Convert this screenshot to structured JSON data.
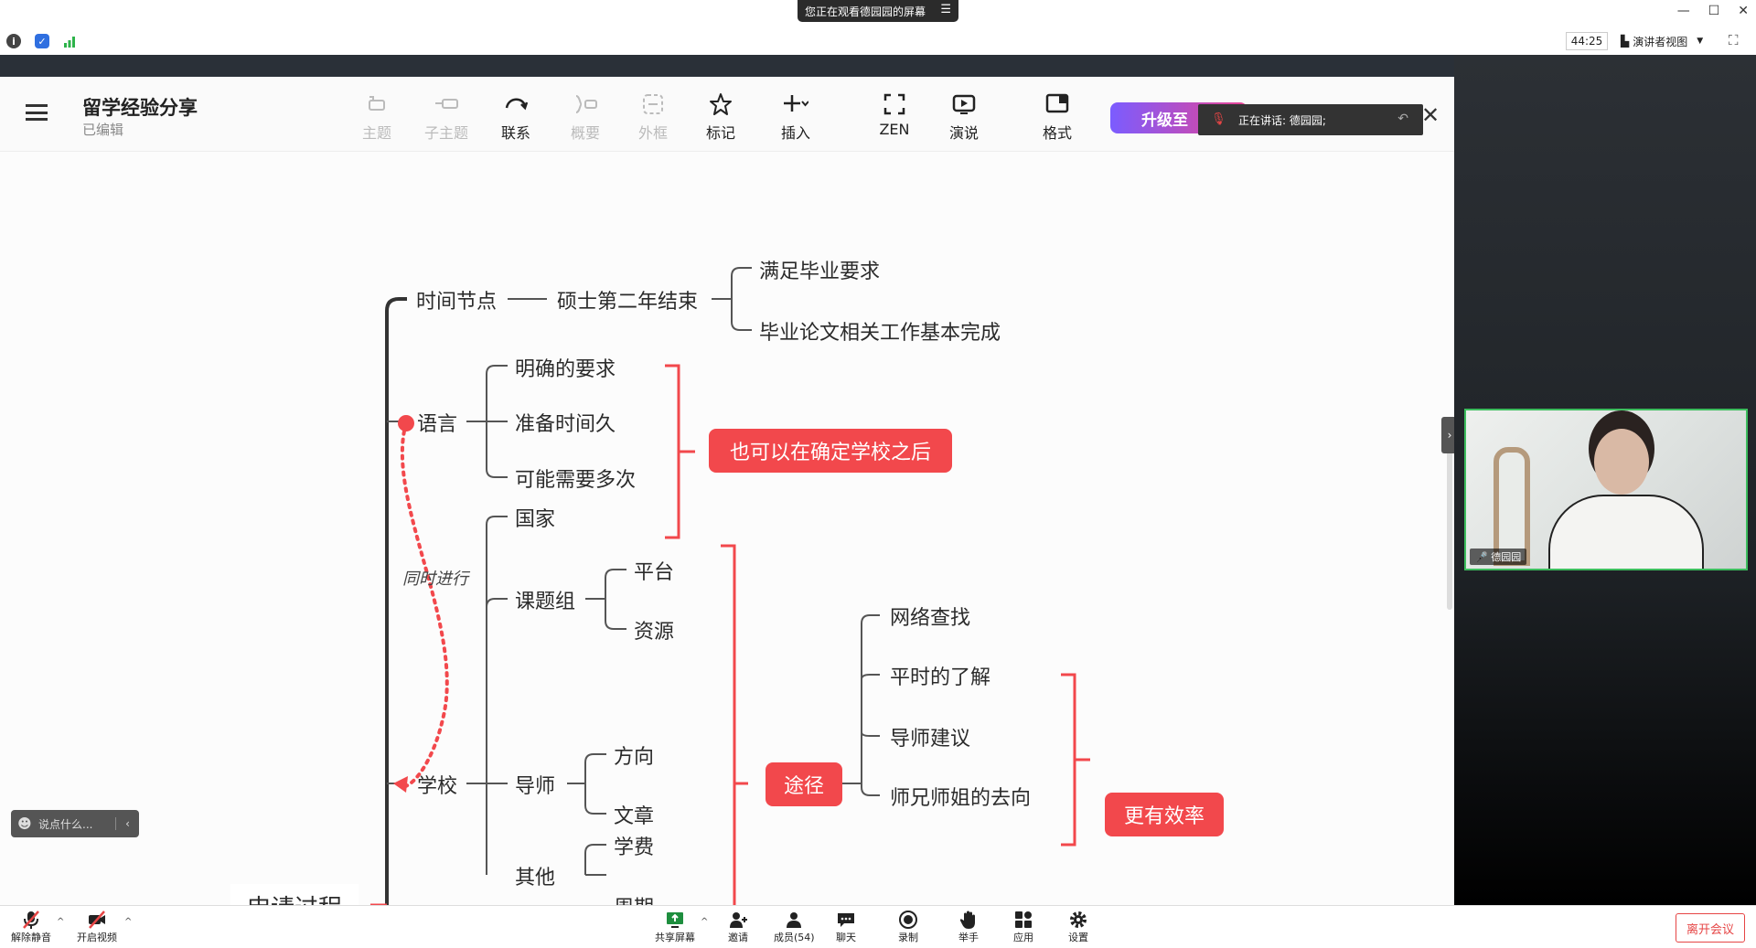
{
  "window": {
    "share_notice": "您正在观看德园园的屏幕",
    "share_menu_icon": "menu-icon",
    "controls": [
      "—",
      "☐",
      "✕"
    ]
  },
  "status_bar": {
    "timer": "44:25",
    "view_label": "演讲者视图",
    "icons": [
      "info-icon",
      "shield-icon",
      "signal-icon"
    ]
  },
  "app": {
    "doc_title": "留学经验分享",
    "doc_status": "已编辑",
    "toolbar": [
      {
        "label": "主题",
        "icon": "topic-icon",
        "enabled": false
      },
      {
        "label": "子主题",
        "icon": "subtopic-icon",
        "enabled": false
      },
      {
        "label": "联系",
        "icon": "relationship-icon",
        "enabled": true
      },
      {
        "label": "概要",
        "icon": "summary-icon",
        "enabled": false
      },
      {
        "label": "外框",
        "icon": "boundary-icon",
        "enabled": false
      },
      {
        "label": "标记",
        "icon": "star-icon",
        "enabled": true
      },
      {
        "label": "插入",
        "icon": "plus-icon",
        "enabled": true
      },
      {
        "label": "ZEN",
        "icon": "fullscreen-icon",
        "enabled": true
      },
      {
        "label": "演说",
        "icon": "play-icon",
        "enabled": true
      },
      {
        "label": "格式",
        "icon": "panel-icon",
        "enabled": true
      }
    ],
    "upgrade_label": "升级至",
    "speaker_banner": "正在讲话: 德园园;"
  },
  "mindmap": {
    "branch_time": "时间节点",
    "time_child": "硕士第二年结束",
    "time_leaf_1": "满足毕业要求",
    "time_leaf_2": "毕业论文相关工作基本完成",
    "branch_language": "语言",
    "lang_1": "明确的要求",
    "lang_2": "准备时间久",
    "lang_3": "可能需要多次",
    "lang_summary": "也可以在确定学校之后",
    "relation_label": "同时进行",
    "branch_school": "学校",
    "school_1": "国家",
    "school_2": "课题组",
    "school_2_a": "平台",
    "school_2_b": "资源",
    "school_3": "导师",
    "school_3_a": "方向",
    "school_3_b": "文章",
    "school_4": "其他",
    "school_4_a": "学费",
    "school_4_b": "周期",
    "school_summary": "途径",
    "way_1": "网络查找",
    "way_2": "平时的了解",
    "way_3": "导师建议",
    "way_4": "师兄师姐的去向",
    "way_summary": "更有效率",
    "root_partial": "申请过程"
  },
  "chat_placeholder": "说点什么...",
  "video": {
    "participant_name": "德园园"
  },
  "meeting_bar": {
    "unmute": "解除静音",
    "start_video": "开启视频",
    "share_screen": "共享屏幕",
    "invite": "邀请",
    "members": "成员(54)",
    "chat": "聊天",
    "record": "录制",
    "raise_hand": "举手",
    "apps": "应用",
    "settings": "设置",
    "leave": "离开会议"
  },
  "colors": {
    "accent_red": "#f2484c",
    "speaking_green": "#3dbd5e",
    "dark_bar": "#2a3038"
  }
}
